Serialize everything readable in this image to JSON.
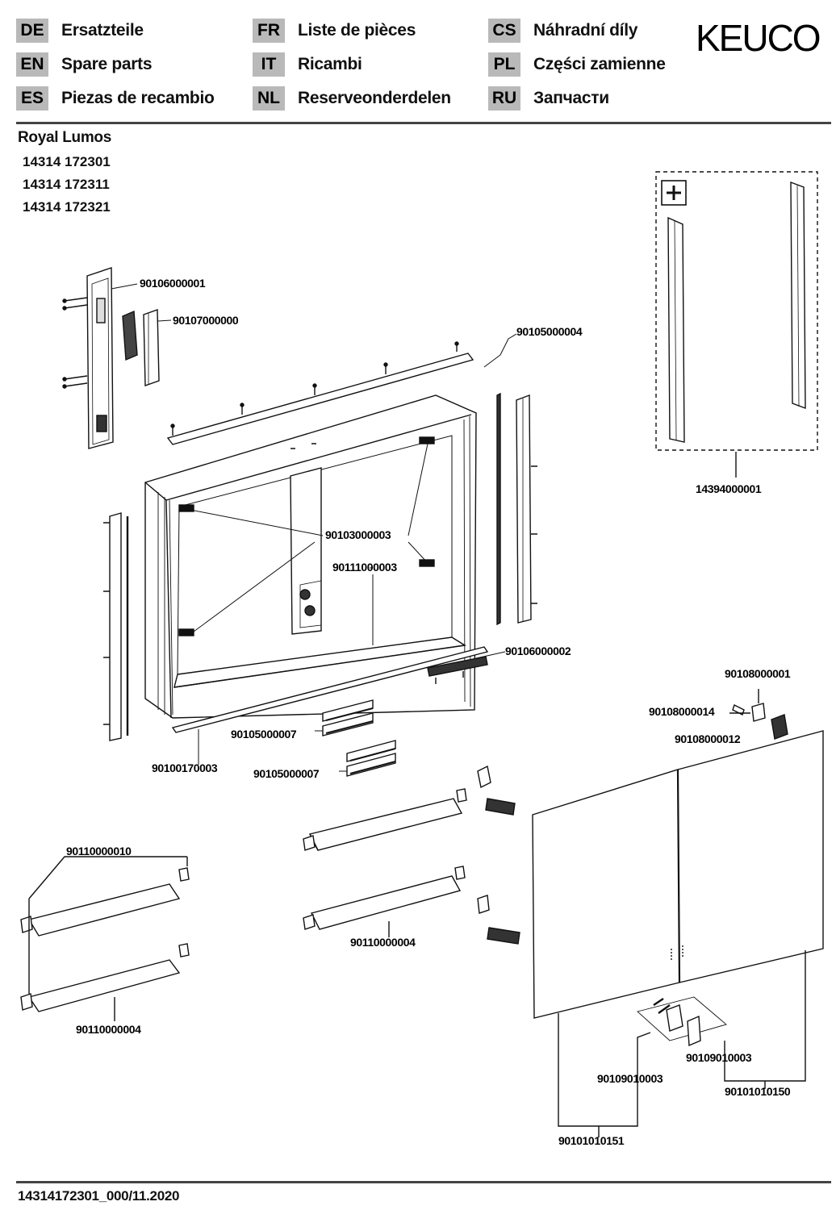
{
  "languages": [
    {
      "code": "DE",
      "text": "Ersatzteile"
    },
    {
      "code": "EN",
      "text": "Spare parts"
    },
    {
      "code": "ES",
      "text": "Piezas de recambio"
    },
    {
      "code": "FR",
      "text": "Liste de pièces"
    },
    {
      "code": "IT",
      "text": "Ricambi"
    },
    {
      "code": "NL",
      "text": "Reserveonderdelen"
    },
    {
      "code": "CS",
      "text": "Náhradní díly"
    },
    {
      "code": "PL",
      "text": "Części zamienne"
    },
    {
      "code": "RU",
      "text": "Запчасти"
    }
  ],
  "brand": "KEUCO",
  "product": {
    "name": "Royal Lumos",
    "articles": [
      "14314 172301",
      "14314 172311",
      "14314 172321"
    ]
  },
  "parts": {
    "mount_bracket": "90106000001",
    "side_cover": "90107000000",
    "profile_right": "90105000004",
    "set_14394": "14394000001",
    "led_caps": "90103000003",
    "center_panel": "90111000003",
    "bottom_strip": "90106000002",
    "profile_clip_a": "90105000007",
    "profile_clip_b": "90105000007",
    "gasket_left": "90100170003",
    "hinge_main": "90108000001",
    "hinge_cap": "90108000014",
    "hinge_cover": "90108000012",
    "shelf_set_left": "90110000010",
    "shelf_left_lower": "90110000004",
    "shelf_middle": "90110000004",
    "door_clip_right": "90109010003",
    "door_clip_left": "90109010003",
    "door_right": "90101010150",
    "door_left": "90101010151"
  },
  "document_id": "14314172301_000/11.2020"
}
